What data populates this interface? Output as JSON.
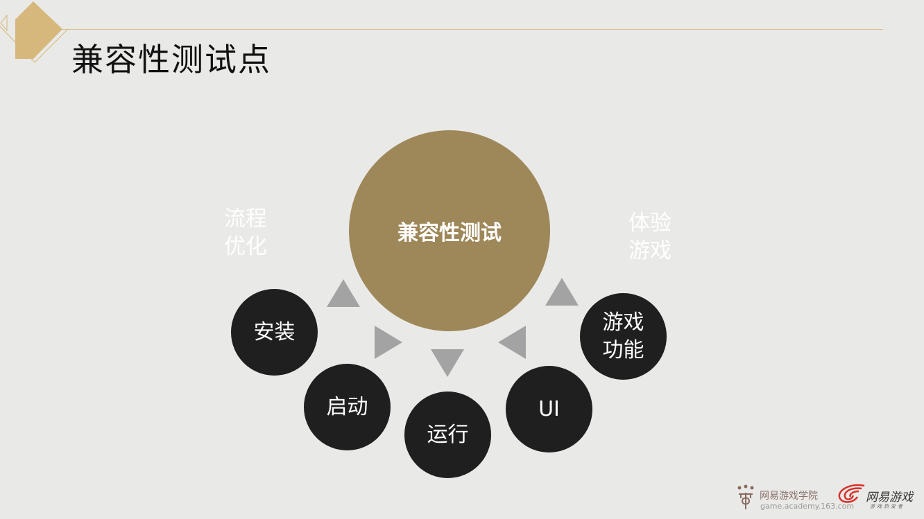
{
  "header": {
    "title": "兼容性测试点"
  },
  "center": {
    "label": "兼容性测试"
  },
  "side_labels": {
    "left": [
      "流程",
      "优化"
    ],
    "right": [
      "体验",
      "游戏"
    ]
  },
  "nodes": [
    {
      "label": "安装"
    },
    {
      "label": "启动"
    },
    {
      "label": "运行"
    },
    {
      "label": "UI"
    },
    {
      "label": "游戏功能",
      "lines": [
        "游戏",
        "功能"
      ]
    }
  ],
  "footer": {
    "academy_name": "网易游戏学院",
    "academy_url": "game.academy.163.com",
    "brand": "网易游戏",
    "brand_sub": "游戏热爱者"
  },
  "colors": {
    "accent": "#9e8758",
    "node": "#1f1f1f",
    "arrow": "#a3a3a3",
    "diamond": "#d7b87c"
  }
}
